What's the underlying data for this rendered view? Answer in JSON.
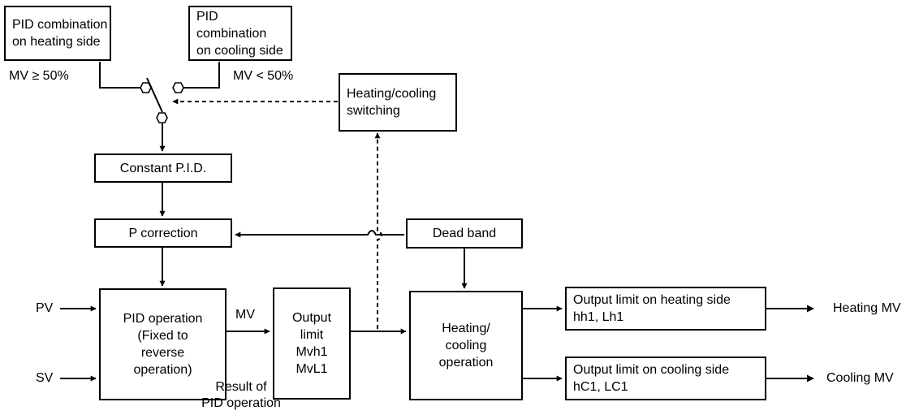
{
  "blocks": {
    "pid_heating": [
      "PID combination",
      "on heating side"
    ],
    "pid_cooling": [
      "PID combination",
      "on cooling side"
    ],
    "hc_switching": [
      "Heating/cooling",
      "switching"
    ],
    "constant_pid": "Constant P.I.D.",
    "p_correction": "P correction",
    "dead_band": "Dead band",
    "pid_operation": [
      "PID operation",
      "(Fixed to",
      "reverse",
      "operation)"
    ],
    "output_limit": [
      "Output",
      "limit",
      "Mvh1",
      "MvL1"
    ],
    "hc_operation": [
      "Heating/",
      "cooling",
      "operation"
    ],
    "limit_heating": [
      "Output limit on heating side",
      "hh1, Lh1"
    ],
    "limit_cooling": [
      "Output limit on cooling side",
      "hC1, LC1"
    ]
  },
  "labels": {
    "mv_high": "MV ≥ 50%",
    "mv_low": "MV < 50%",
    "pv": "PV",
    "sv": "SV",
    "mv": "MV",
    "result": [
      "Result of",
      "PID operation"
    ],
    "heating_mv": "Heating MV",
    "cooling_mv": "Cooling MV"
  }
}
